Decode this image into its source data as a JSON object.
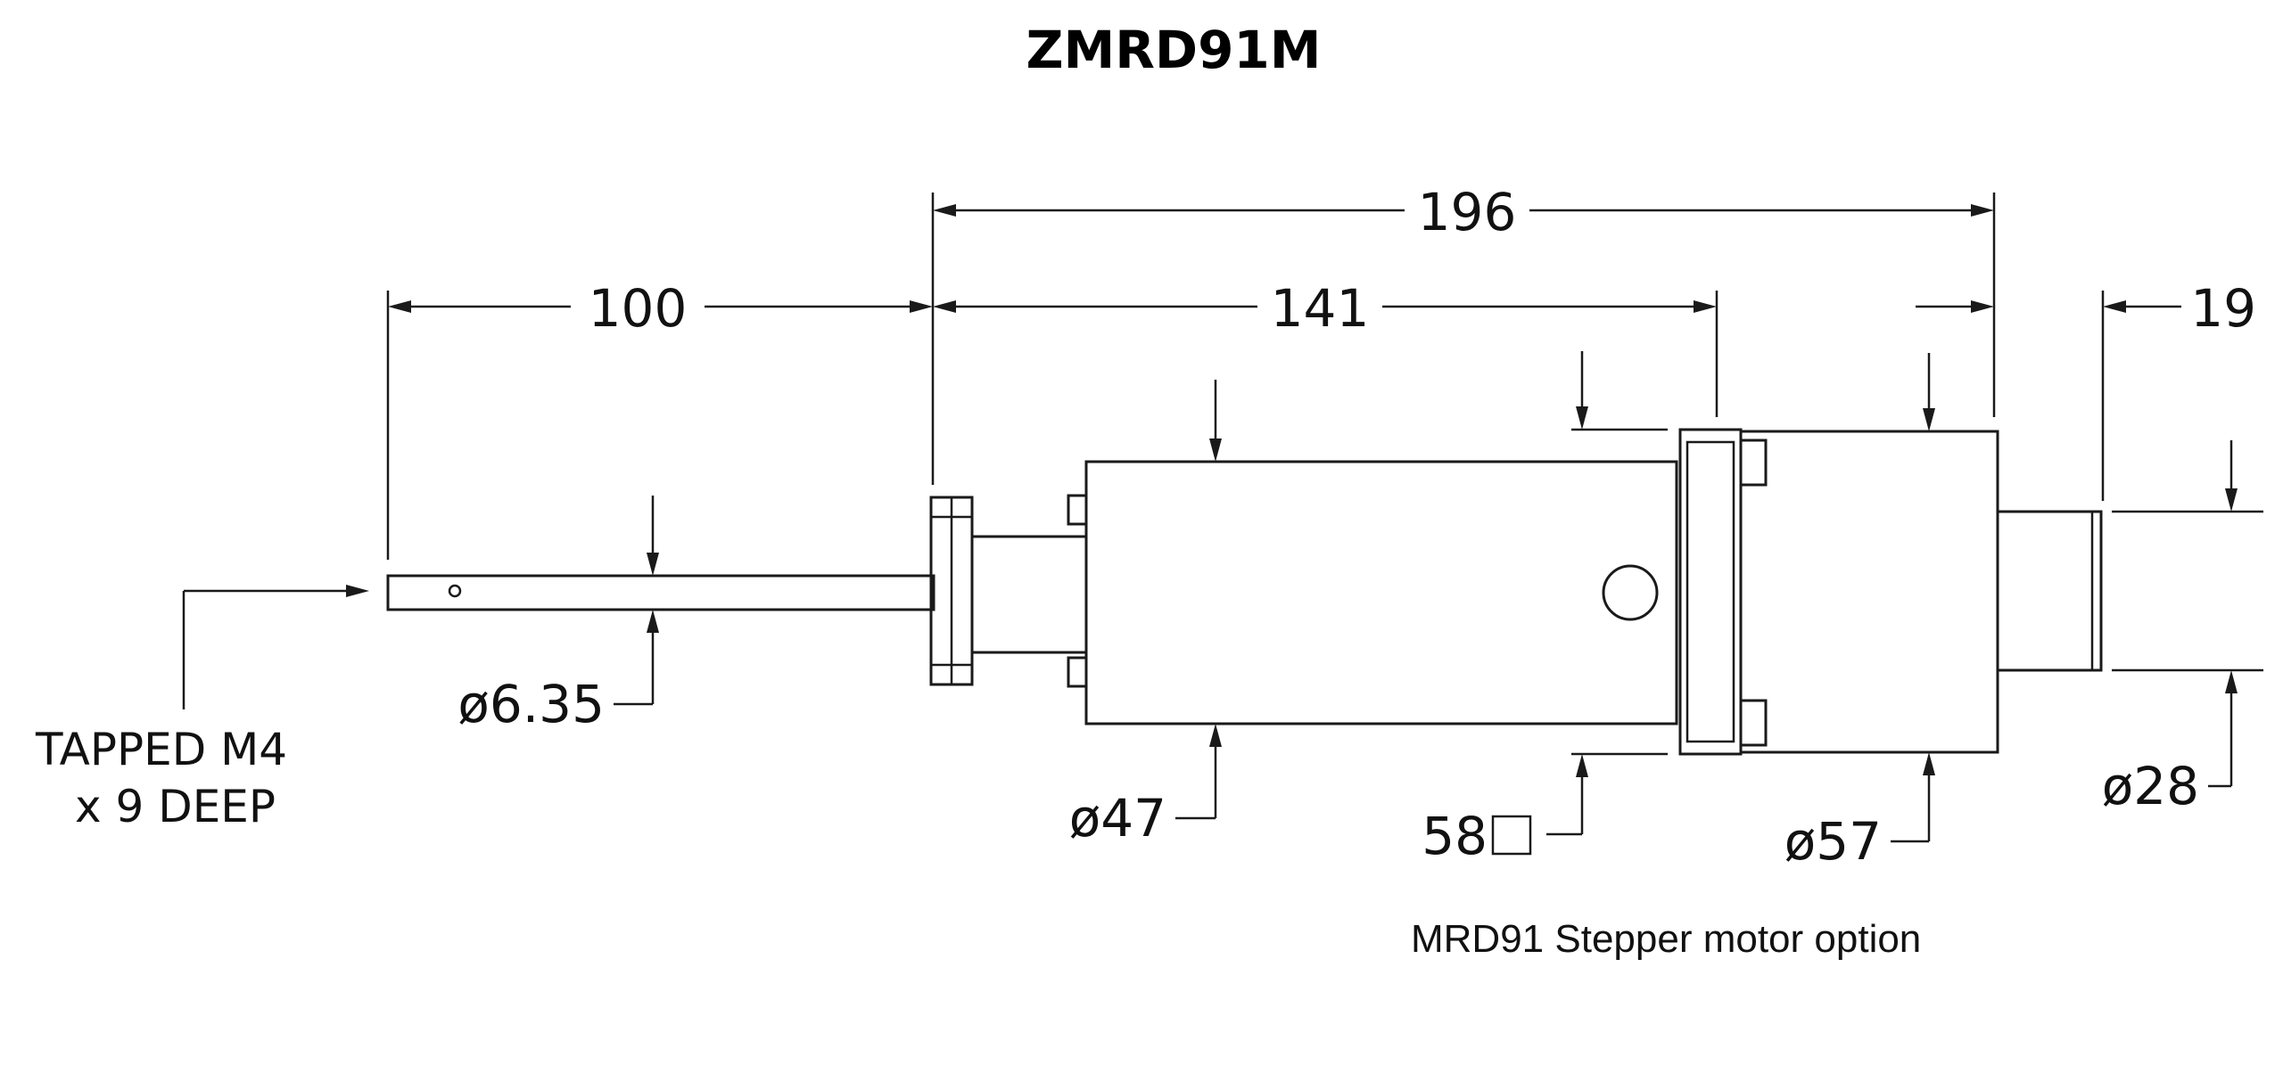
{
  "title": "ZMRD91M",
  "dimensions": {
    "overall_length": "196",
    "shaft_length": "100",
    "body_length": "141",
    "end_length": "19",
    "shaft_diameter": "ø6.35",
    "body_diameter": "ø47",
    "flange_square": "58",
    "motor_diameter": "ø57",
    "end_diameter": "ø28"
  },
  "note": {
    "line1": "TAPPED M4",
    "line2": "x 9 DEEP"
  },
  "caption": "MRD91 Stepper motor option"
}
